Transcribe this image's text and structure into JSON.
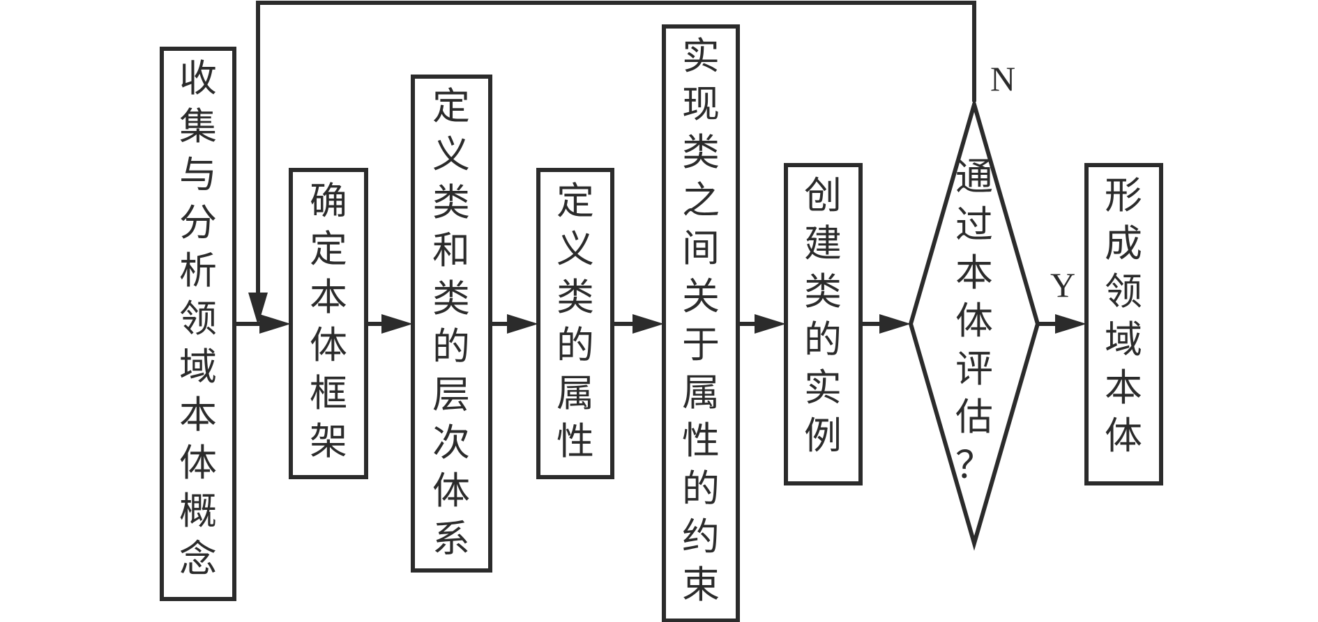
{
  "steps": [
    {
      "id": "collect",
      "text": "收集与分析领域本体概念"
    },
    {
      "id": "framework",
      "text": "确定本体框架"
    },
    {
      "id": "hierarchy",
      "text": "定义类和类的层次体系"
    },
    {
      "id": "attributes",
      "text": "定义类的属性"
    },
    {
      "id": "constraints",
      "text": "实现类之间关于属性的约束"
    },
    {
      "id": "instances",
      "text": "创建类的实例"
    },
    {
      "id": "evaluate",
      "text": "通过本体评估？"
    },
    {
      "id": "result",
      "text": "形成领域本体"
    }
  ],
  "labels": {
    "no": "N",
    "yes": "Y"
  }
}
